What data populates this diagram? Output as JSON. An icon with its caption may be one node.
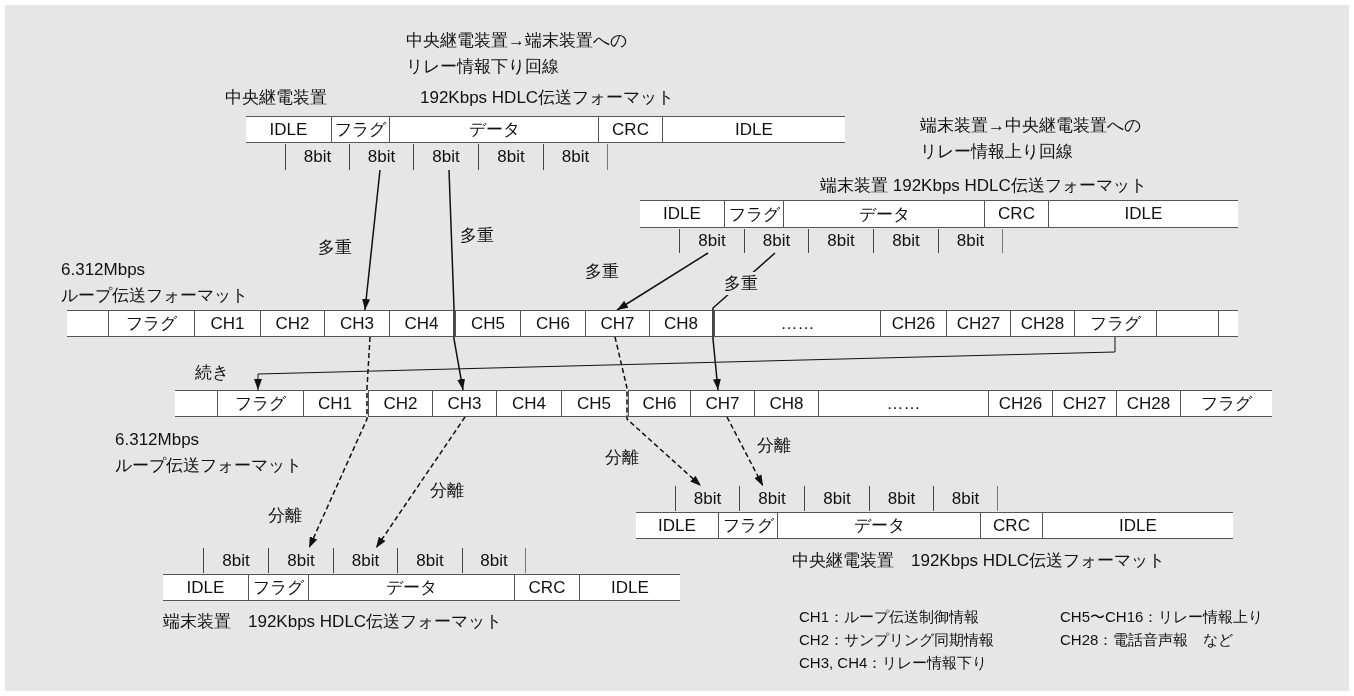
{
  "diagram": {
    "nodes": [
      {
        "text": [
          "IDLE"
        ]
      },
      {
        "text": [
          "フラグ"
        ]
      },
      {
        "text": [
          "データ"
        ]
      },
      {
        "text": [
          "CRC"
        ]
      },
      {
        "text": [
          "IDLE"
        ]
      },
      {
        "text": [
          "8bit"
        ]
      },
      {
        "text": [
          "8bit"
        ]
      },
      {
        "text": [
          "8bit"
        ]
      },
      {
        "text": [
          "8bit"
        ]
      },
      {
        "text": [
          "8bit"
        ]
      },
      {
        "text": [
          "IDLE"
        ]
      },
      {
        "text": [
          "フラグ"
        ]
      },
      {
        "text": [
          "データ"
        ]
      },
      {
        "text": [
          "CRC"
        ]
      },
      {
        "text": [
          "IDLE"
        ]
      },
      {
        "text": [
          "8bit"
        ]
      },
      {
        "text": [
          "8bit"
        ]
      },
      {
        "text": [
          "8bit"
        ]
      },
      {
        "text": [
          "8bit"
        ]
      },
      {
        "text": [
          "8bit"
        ]
      },
      {
        "text": [],
        "shape": "box"
      },
      {
        "text": [
          "フラグ"
        ]
      },
      {
        "text": [
          "CH1"
        ]
      },
      {
        "text": [
          "CH2"
        ]
      },
      {
        "text": [
          "CH3"
        ]
      },
      {
        "text": [
          "CH4"
        ]
      },
      {
        "text": [
          "CH5"
        ]
      },
      {
        "text": [
          "CH6"
        ]
      },
      {
        "text": [
          "CH7"
        ]
      },
      {
        "text": [
          "CH8"
        ]
      },
      {
        "text": [
          "……"
        ]
      },
      {
        "text": [
          "CH26"
        ]
      },
      {
        "text": [
          "CH27"
        ]
      },
      {
        "text": [
          "CH28"
        ]
      },
      {
        "text": [
          "フラグ"
        ]
      },
      {
        "text": [],
        "shape": "box"
      },
      {
        "text": [],
        "shape": "box"
      },
      {
        "text": [],
        "shape": "box"
      },
      {
        "text": [
          "フラグ"
        ]
      },
      {
        "text": [
          "CH1"
        ]
      },
      {
        "text": [
          "CH2"
        ]
      },
      {
        "text": [
          "CH3"
        ]
      },
      {
        "text": [
          "CH4"
        ]
      },
      {
        "text": [
          "CH5"
        ]
      },
      {
        "text": [
          "CH6"
        ]
      },
      {
        "text": [
          "CH7"
        ]
      },
      {
        "text": [
          "CH8"
        ]
      },
      {
        "text": [
          "……"
        ]
      },
      {
        "text": [
          "CH26"
        ]
      },
      {
        "text": [
          "CH27"
        ]
      },
      {
        "text": [
          "CH28"
        ]
      },
      {
        "text": [
          "フラグ"
        ]
      },
      {
        "text": [
          "8bit"
        ]
      },
      {
        "text": [
          "8bit"
        ]
      },
      {
        "text": [
          "8bit"
        ]
      },
      {
        "text": [
          "8bit"
        ]
      },
      {
        "text": [
          "8bit"
        ]
      },
      {
        "text": [
          "IDLE"
        ]
      },
      {
        "text": [
          "フラグ"
        ]
      },
      {
        "text": [
          "データ"
        ]
      },
      {
        "text": [
          "CRC"
        ]
      },
      {
        "text": [
          "IDLE"
        ]
      },
      {
        "text": [
          "8bit"
        ]
      },
      {
        "text": [
          "8bit"
        ]
      },
      {
        "text": [
          "8bit"
        ]
      },
      {
        "text": [
          "8bit"
        ]
      },
      {
        "text": [
          "8bit"
        ]
      },
      {
        "text": [
          "IDLE"
        ]
      },
      {
        "text": [
          "フラグ"
        ]
      },
      {
        "text": [
          "データ"
        ]
      },
      {
        "text": [
          "CRC"
        ]
      },
      {
        "text": [
          "IDLE"
        ]
      }
    ],
    "edges": [
      {
        "from": 6,
        "to": 24,
        "arrow": "to",
        "label": "多重"
      },
      {
        "from": 7,
        "to": 41,
        "arrow": "to",
        "label": "多重"
      },
      {
        "from": 15,
        "to": 28,
        "arrow": "to",
        "label": "多重"
      },
      {
        "from": 16,
        "to": 45,
        "arrow": "to",
        "label": "多重"
      },
      {
        "from": 34,
        "to": 38,
        "arrow": "to",
        "label": "続き"
      },
      {
        "from": 24,
        "to": 63,
        "arrow": "to",
        "label": "分離",
        "style": "dashed"
      },
      {
        "from": 41,
        "to": 64,
        "arrow": "to",
        "label": "分離",
        "style": "dashed"
      },
      {
        "from": 28,
        "to": 52,
        "arrow": "to",
        "label": "分離",
        "style": "dashed"
      },
      {
        "from": 45,
        "to": 53,
        "arrow": "to",
        "label": "分離",
        "style": "dashed"
      }
    ],
    "labels": [
      "中央継電装置→端末装置へのリレー情報下り回線",
      "中央継電装置",
      "192Kbps HDLC伝送フォーマット",
      "端末装置→中央継電装置へのリレー情報上り回線",
      "端末装置 192Kbps HDLC伝送フォーマット",
      "6.312Mbps ループ伝送フォーマット",
      "6.312Mbps ループ伝送フォーマット",
      "中央継電装置　192Kbps HDLC伝送フォーマット",
      "端末装置　192Kbps HDLC伝送フォーマット",
      "CH1：ループ伝送制御情報",
      "CH5〜CH16：リレー情報上り",
      "CH2：サンプリング同期情報",
      "CH28：電話音声報　など",
      "CH3, CH4：リレー情報下り"
    ]
  }
}
